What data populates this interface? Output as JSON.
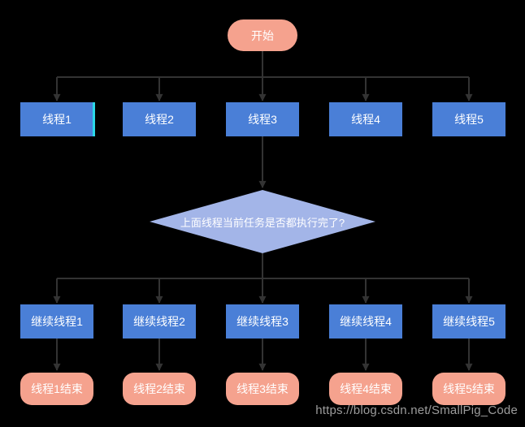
{
  "canvas": {
    "background": "#000000"
  },
  "colors": {
    "process_fill": "#4A7FD7",
    "terminal_fill": "#F5A28E",
    "decision_fill": "#A3B5E8",
    "connector": "#333333",
    "node_text": "#FFFFFF",
    "watermark_text": "#9C9C9C",
    "selection_accent": "#2BD8E8"
  },
  "flowchart": {
    "start": {
      "label": "开始"
    },
    "threads": [
      {
        "label": "线程1"
      },
      {
        "label": "线程2"
      },
      {
        "label": "线程3"
      },
      {
        "label": "线程4"
      },
      {
        "label": "线程5"
      }
    ],
    "decision": {
      "label": "上面线程当前任务是否都执行完了?"
    },
    "continues": [
      {
        "label": "继续线程1"
      },
      {
        "label": "继续线程2"
      },
      {
        "label": "继续线程3"
      },
      {
        "label": "继续线程4"
      },
      {
        "label": "继续线程5"
      }
    ],
    "ends": [
      {
        "label": "线程1结束"
      },
      {
        "label": "线程2结束"
      },
      {
        "label": "线程3结束"
      },
      {
        "label": "线程4结束"
      },
      {
        "label": "线程5结束"
      }
    ]
  },
  "watermark": {
    "text": "https://blog.csdn.net/SmallPig_Code"
  }
}
